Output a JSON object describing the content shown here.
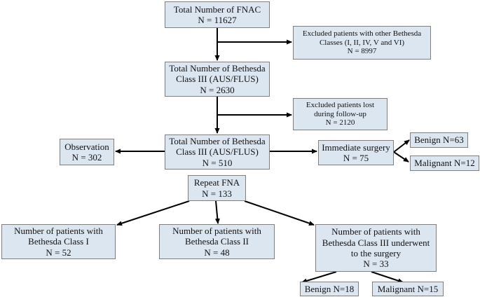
{
  "nodes": {
    "fnac": [
      "Total Number of FNAC",
      "N = 11627"
    ],
    "excluded_other": [
      "Excluded patients with other Bethesda",
      "Classes (I, II, IV, V and VI)",
      "N = 8997"
    ],
    "class3_total": [
      "Total Number of Bethesda",
      "Class III (AUS/FLUS)",
      "N = 2630"
    ],
    "excluded_lost": [
      "Excluded patients lost",
      "during follow-up",
      "N = 2120"
    ],
    "class3_followed": [
      "Total Number of Bethesda",
      "Class III (AUS/FLUS)",
      "N = 510"
    ],
    "observation": [
      "Observation",
      "N = 302"
    ],
    "immediate_surgery": [
      "Immediate surgery",
      "N = 75"
    ],
    "surgery_benign": [
      "Benign N=63"
    ],
    "surgery_malignant": [
      "Malignant N=12"
    ],
    "repeat_fna": [
      "Repeat FNA",
      "N = 133"
    ],
    "repeat_class1": [
      "Number of patients with",
      "Bethesda Class I",
      "N = 52"
    ],
    "repeat_class2": [
      "Number of patients with",
      "Bethesda Class II",
      "N = 48"
    ],
    "repeat_class3": [
      "Number of patients with",
      "Bethesda Class III underwent",
      "to the surgery",
      "N = 33"
    ],
    "class3_benign": [
      "Benign N=18"
    ],
    "class3_malignant": [
      "Malignant N=15"
    ]
  }
}
